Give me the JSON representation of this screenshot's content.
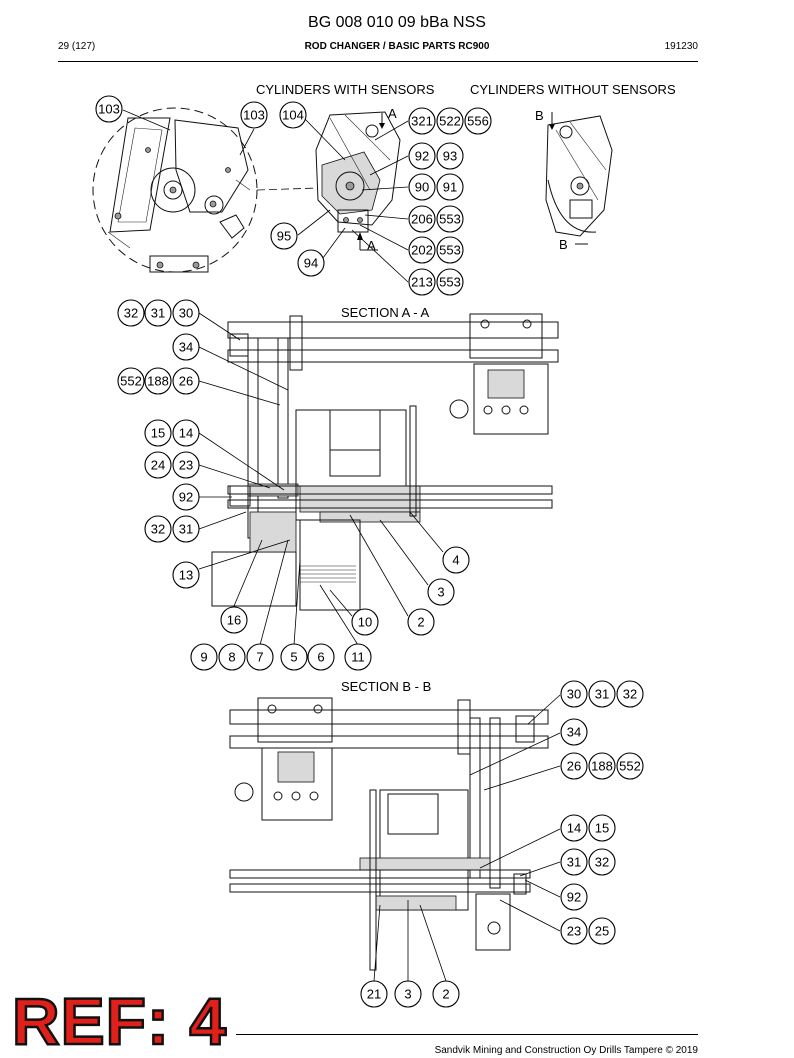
{
  "header": {
    "title": "BG 008 010 09 bBa NSS",
    "page": "29 (127)",
    "section": "ROD CHANGER / BASIC PARTS RC900",
    "date_code": "191230"
  },
  "views": {
    "with_sensors": "CYLINDERS WITH SENSORS",
    "without_sensors": "CYLINDERS WITHOUT SENSORS",
    "section_aa": "SECTION A - A",
    "section_bb": "SECTION B - B",
    "mark_a": "A",
    "mark_b": "B"
  },
  "callouts_top": [
    "103",
    "103",
    "104",
    "321",
    "522",
    "556",
    "92",
    "93",
    "90",
    "91",
    "206",
    "553",
    "95",
    "202",
    "553",
    "94",
    "213",
    "553"
  ],
  "callouts_aa": [
    "32",
    "31",
    "30",
    "34",
    "552",
    "188",
    "26",
    "15",
    "14",
    "24",
    "23",
    "92",
    "32",
    "31",
    "4",
    "13",
    "3",
    "16",
    "10",
    "2",
    "9",
    "8",
    "7",
    "5",
    "6",
    "11"
  ],
  "callouts_bb": [
    "30",
    "31",
    "32",
    "34",
    "26",
    "188",
    "552",
    "14",
    "15",
    "31",
    "32",
    "92",
    "23",
    "25",
    "21",
    "3",
    "2"
  ],
  "stamp": "REF: 4",
  "footer": "Sandvik Mining and Construction Oy Drills Tampere © 2019"
}
